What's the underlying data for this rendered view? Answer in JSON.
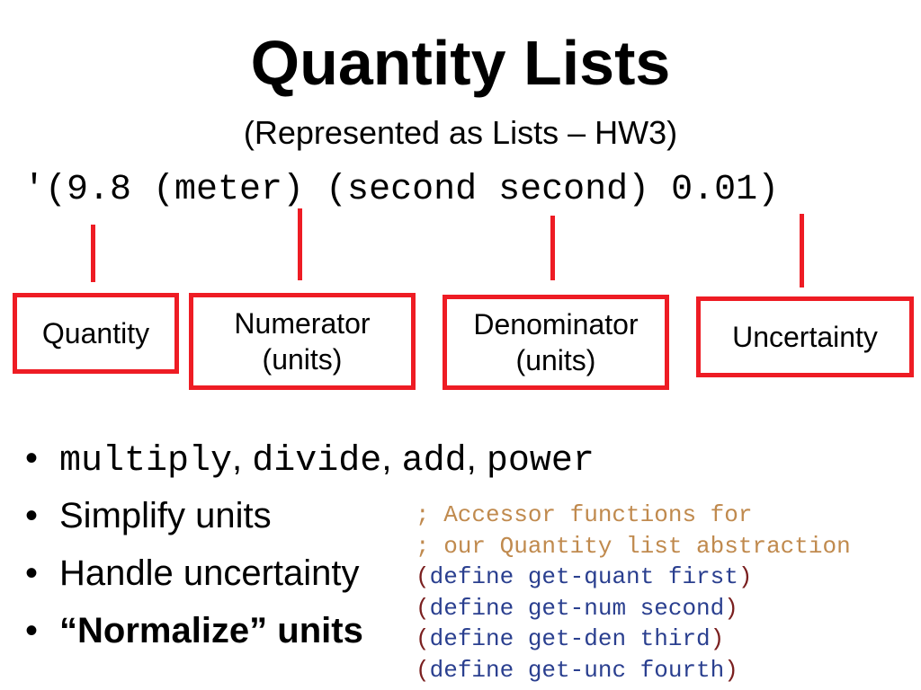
{
  "slide": {
    "title": "Quantity Lists",
    "subtitle": "(Represented as Lists – HW3)",
    "code_line": "'(9.8 (meter) (second second) 0.01)"
  },
  "labels": [
    {
      "line1": "Quantity",
      "line2": ""
    },
    {
      "line1": "Numerator",
      "line2": "(units)"
    },
    {
      "line1": "Denominator",
      "line2": "(units)"
    },
    {
      "line1": "Uncertainty",
      "line2": ""
    }
  ],
  "bullets": {
    "bullet_char": "•",
    "ops": [
      "multiply",
      "divide",
      "add",
      "power"
    ],
    "sep": ",",
    "simplify": "Simplify units",
    "uncertainty": "Handle uncertainty",
    "normalize": "“Normalize” units"
  },
  "code_block": {
    "comment1": "; Accessor functions for",
    "comment2": "; our Quantity list abstraction",
    "lines": [
      {
        "open": "(",
        "body": "define get-quant first",
        "close": ")"
      },
      {
        "open": "(",
        "body": "define get-num second",
        "close": ")"
      },
      {
        "open": "(",
        "body": "define get-den third",
        "close": ")"
      },
      {
        "open": "(",
        "body": "define get-unc fourth",
        "close": ")"
      }
    ]
  },
  "colors": {
    "accent_red": "#ee1c24",
    "comment": "#c08a4e",
    "paren": "#7a1f1f",
    "code_text": "#2a3f8f"
  }
}
